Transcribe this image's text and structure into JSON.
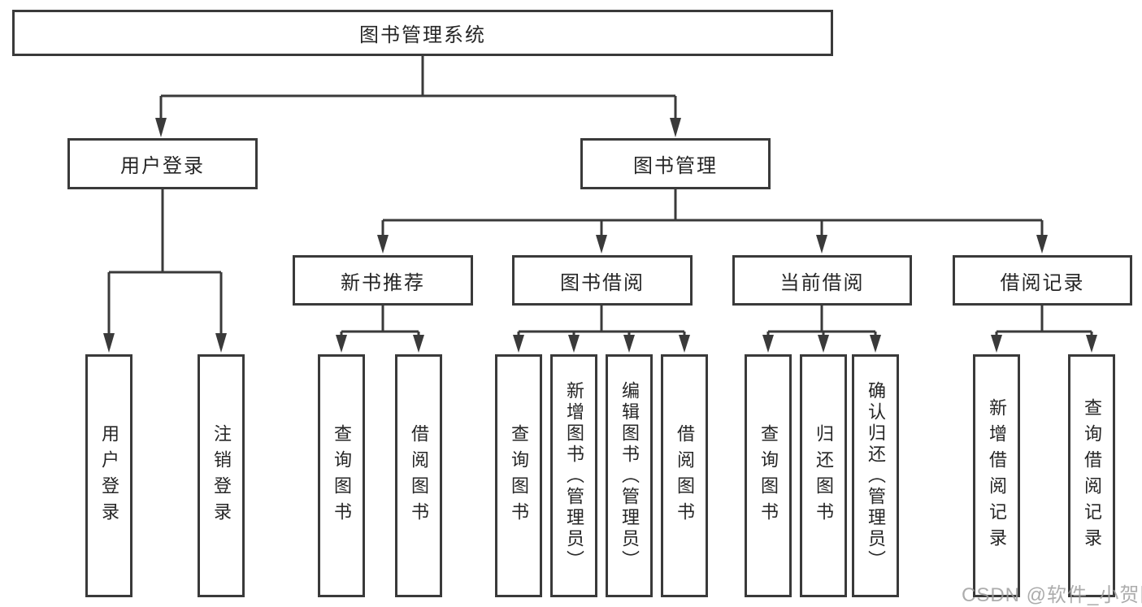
{
  "tree": {
    "label": "图书管理系统",
    "children": [
      {
        "label": "用户登录",
        "children": [
          {
            "label": "用户登录"
          },
          {
            "label": "注销登录"
          }
        ]
      },
      {
        "label": "图书管理",
        "children": [
          {
            "label": "新书推荐",
            "children": [
              {
                "label": "查询图书"
              },
              {
                "label": "借阅图书"
              }
            ]
          },
          {
            "label": "图书借阅",
            "children": [
              {
                "label": "查询图书"
              },
              {
                "label": "新增图书（管理员）"
              },
              {
                "label": "编辑图书（管理员）"
              },
              {
                "label": "借阅图书"
              }
            ]
          },
          {
            "label": "当前借阅",
            "children": [
              {
                "label": "查询图书"
              },
              {
                "label": "归还图书"
              },
              {
                "label": "确认归还（管理员）"
              }
            ]
          },
          {
            "label": "借阅记录",
            "children": [
              {
                "label": "新增借阅记录"
              },
              {
                "label": "查询借阅记录"
              }
            ]
          }
        ]
      }
    ]
  },
  "watermark": {
    "text": "CSDN @软件_小贺同学"
  },
  "colors": {
    "line": "#3a3a3a",
    "box_border": "#3a3a3a",
    "box_fill": "#ffffff",
    "text": "#262626",
    "watermark": "#9e9e9e",
    "background": "#ffffff"
  }
}
